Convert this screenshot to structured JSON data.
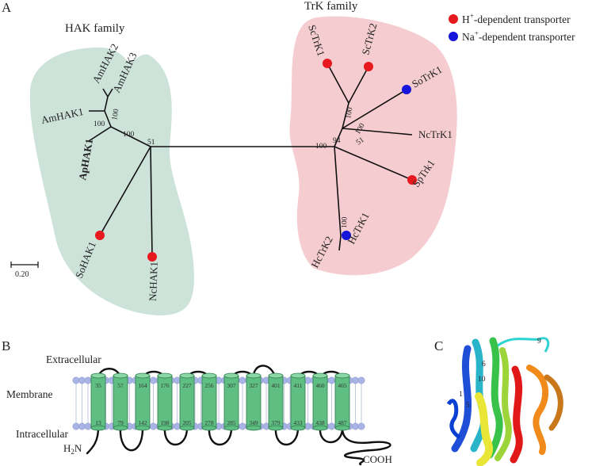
{
  "panels": {
    "a": "A",
    "b": "B",
    "c": "C"
  },
  "tree": {
    "hak_family_label": "HAK family",
    "trk_family_label": "TrK family",
    "taxa": {
      "amhak2": "AmHAK2",
      "amhak3": "AmHAK3",
      "amhak1": "AmHAK1",
      "aphak1": "ApHAK1",
      "sohak1": "SoHAK1",
      "nchak1": "NcHAK1",
      "sctrk1": "ScTrK1",
      "sctrk2": "ScTrK2",
      "sotrk1": "SoTrK1",
      "nctrk1": "NcTrK1",
      "sptrk1": "SpTrk1",
      "hctrk1": "HcTrK1",
      "hctrk2": "HcTrK2"
    },
    "bootstrap": {
      "hak_100_a": "100",
      "hak_100_b": "100",
      "hak_100_c": "100",
      "hak_51": "51",
      "trk_100_a": "100",
      "trk_100_b": "100",
      "trk_100_c": "100",
      "trk_94": "94",
      "trk_51": "51",
      "trk_100_hc": "100"
    },
    "scale_bar": "0.20",
    "colors": {
      "hak_region": "#cde3da",
      "trk_region": "#f5cccf",
      "h_dependent": "#e8191e",
      "na_dependent": "#1515dc"
    }
  },
  "legend": {
    "h_dependent_prefix": "H",
    "h_dependent_sup": "+",
    "h_dependent_suffix": "-dependent transporter",
    "na_dependent_prefix": "Na",
    "na_dependent_sup": "+",
    "na_dependent_suffix": "-dependent transporter"
  },
  "membrane": {
    "extracellular": "Extracellular",
    "membrane": "Membrane",
    "intracellular": "Intracellular",
    "n_terminus_prefix": "H",
    "n_terminus_sub": "2",
    "n_terminus_suffix": "N",
    "c_terminus": "COOH",
    "helices": [
      {
        "top": "35",
        "bottom": "13"
      },
      {
        "top": "57",
        "bottom": "79"
      },
      {
        "top": "164",
        "bottom": "142"
      },
      {
        "top": "176",
        "bottom": "198"
      },
      {
        "top": "227",
        "bottom": "205"
      },
      {
        "top": "256",
        "bottom": "278"
      },
      {
        "top": "307",
        "bottom": "285"
      },
      {
        "top": "327",
        "bottom": "349"
      },
      {
        "top": "401",
        "bottom": "379"
      },
      {
        "top": "411",
        "bottom": "433"
      },
      {
        "top": "460",
        "bottom": "438"
      },
      {
        "top": "465",
        "bottom": "487"
      }
    ],
    "colors": {
      "lipid_head": "#a9b4e6",
      "helix": "#5fbf82"
    }
  },
  "structure": {
    "labels": {
      "l1": "1",
      "l5": "5",
      "l6": "6",
      "l9": "9",
      "l10": "10"
    }
  }
}
